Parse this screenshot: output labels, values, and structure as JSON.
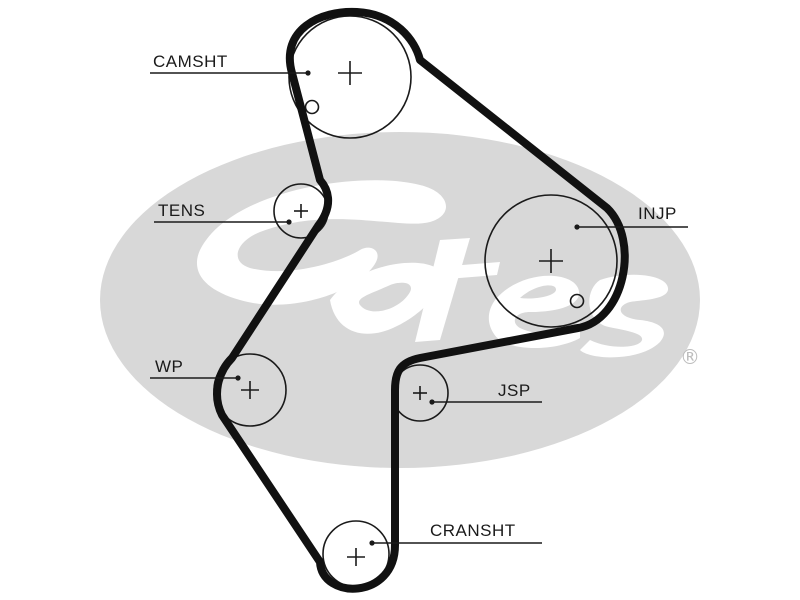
{
  "diagram": {
    "brand_watermark": "Gates",
    "trademark_symbol": "®",
    "components": [
      {
        "id": "camshaft",
        "label": "CAMSHT"
      },
      {
        "id": "tensioner",
        "label": "TENS"
      },
      {
        "id": "injection-pump",
        "label": "INJP"
      },
      {
        "id": "water-pump",
        "label": "WP"
      },
      {
        "id": "jackshaft",
        "label": "JSP"
      },
      {
        "id": "crankshaft",
        "label": "CRANSHT"
      }
    ]
  },
  "colors": {
    "ink": "#111111",
    "watermark": "#d6d6d6"
  }
}
